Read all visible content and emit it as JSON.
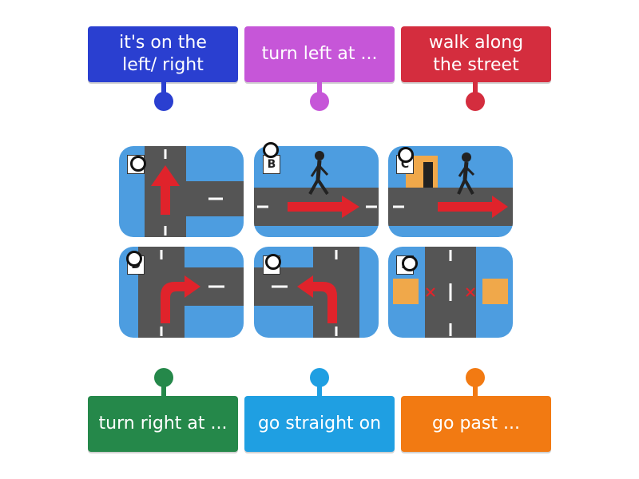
{
  "labels": {
    "blue": "it's on the\nleft/ right",
    "purple": "turn left at ...",
    "red": "walk along\nthe street",
    "green": "turn right at ...",
    "lightblue": "go straight on",
    "orange": "go past ..."
  },
  "tiles": {
    "a": "A",
    "b": "B",
    "c": "C",
    "d": "D",
    "e": "E",
    "f": "F"
  },
  "colors": {
    "blue": "#2a3fd0",
    "purple": "#c656d8",
    "red": "#d42d3e",
    "green": "#25884a",
    "lightblue": "#1f9fe2",
    "orange": "#f27a12"
  }
}
